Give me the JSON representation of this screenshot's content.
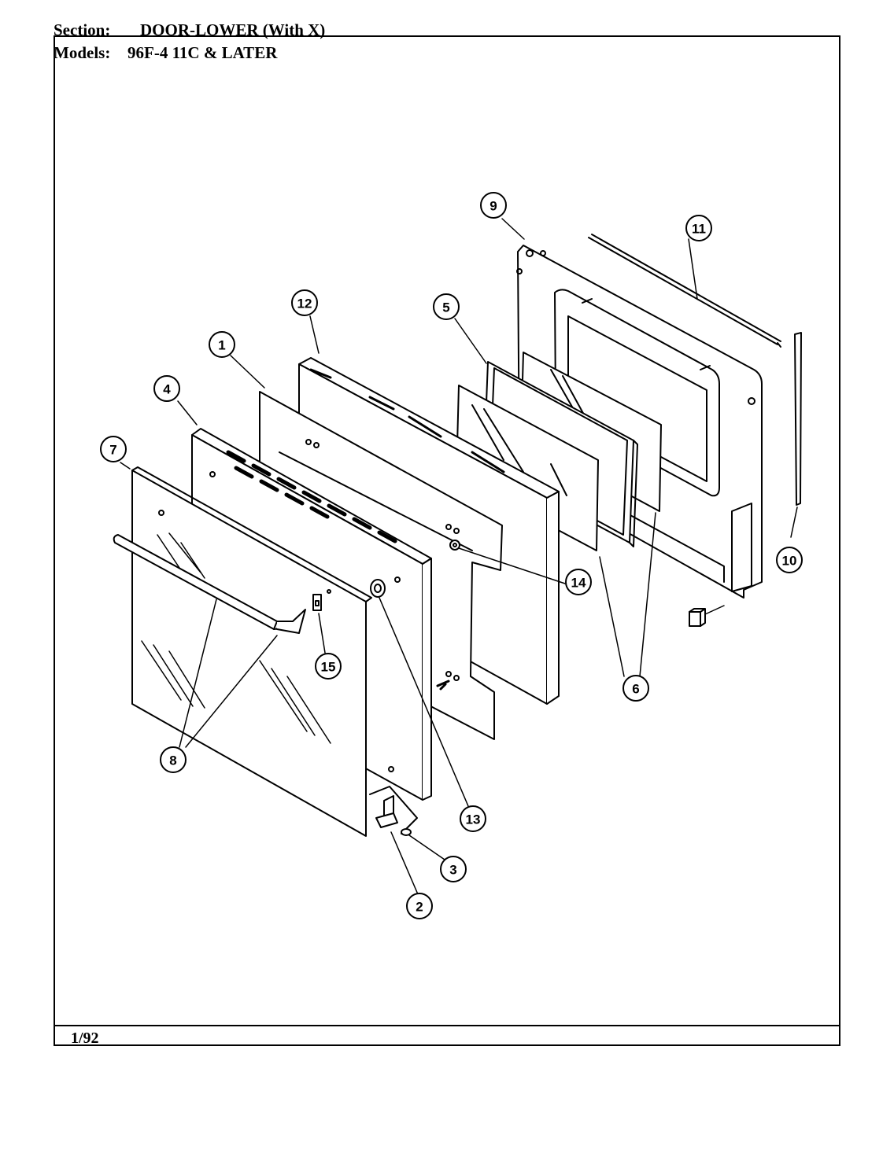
{
  "header": {
    "section_label": "Section:",
    "section_value": "DOOR-LOWER (With X)",
    "models_label": "Models:",
    "models_value": "96F-4  11C & LATER"
  },
  "footer": {
    "date": "1/92"
  },
  "callouts": [
    "1",
    "2",
    "3",
    "4",
    "5",
    "6",
    "7",
    "8",
    "9",
    "10",
    "11",
    "12",
    "13",
    "14",
    "15"
  ]
}
